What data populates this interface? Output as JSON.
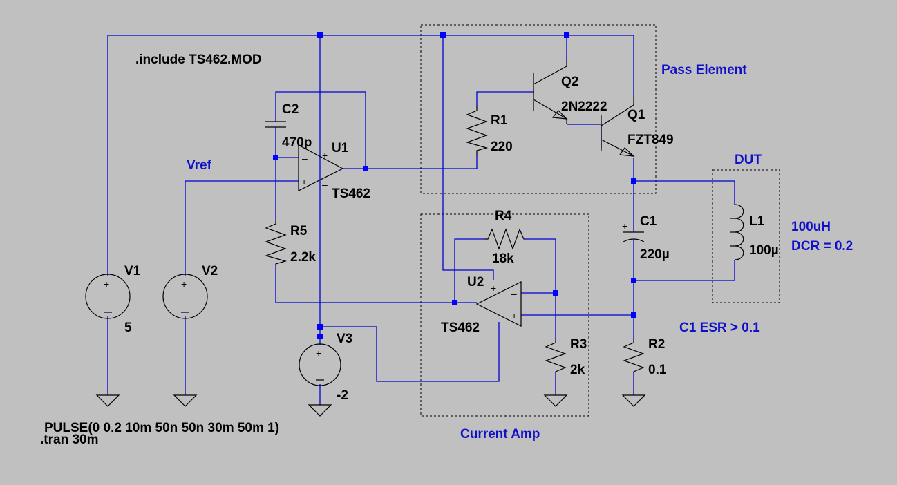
{
  "directives": {
    "include": ".include TS462.MOD",
    "pulse": "PULSE(0 0.2 10m 50n 50n 30m 50m 1)",
    "tran": ".tran 30m"
  },
  "components": {
    "c2": {
      "name": "C2",
      "value": "470p"
    },
    "u1": {
      "name": "U1",
      "value": "TS462"
    },
    "u2": {
      "name": "U2",
      "value": "TS462"
    },
    "r1": {
      "name": "R1",
      "value": "220"
    },
    "r2": {
      "name": "R2",
      "value": "0.1"
    },
    "r3": {
      "name": "R3",
      "value": "2k"
    },
    "r4": {
      "name": "R4",
      "value": "18k"
    },
    "r5": {
      "name": "R5",
      "value": "2.2k"
    },
    "q1": {
      "name": "Q1",
      "value": "FZT849"
    },
    "q2": {
      "name": "Q2",
      "value": "2N2222"
    },
    "c1": {
      "name": "C1",
      "value": "220µ"
    },
    "l1": {
      "name": "L1",
      "value": "100µ"
    },
    "v1": {
      "name": "V1",
      "value": "5"
    },
    "v2": {
      "name": "V2"
    },
    "v3": {
      "name": "V3",
      "value": "-2"
    }
  },
  "net_labels": {
    "vref": "Vref"
  },
  "annotations": {
    "pass_element": "Pass Element",
    "current_amp": "Current Amp",
    "dut": "DUT",
    "l1_spec": "100uH",
    "dcr": "DCR = 0.2",
    "esr": "C1 ESR > 0.1"
  },
  "colors": {
    "background": "#c0c0c0",
    "wire": "#0000d0",
    "junction": "#0000ff",
    "component": "#000000",
    "annotation_text": "#1010c8"
  }
}
